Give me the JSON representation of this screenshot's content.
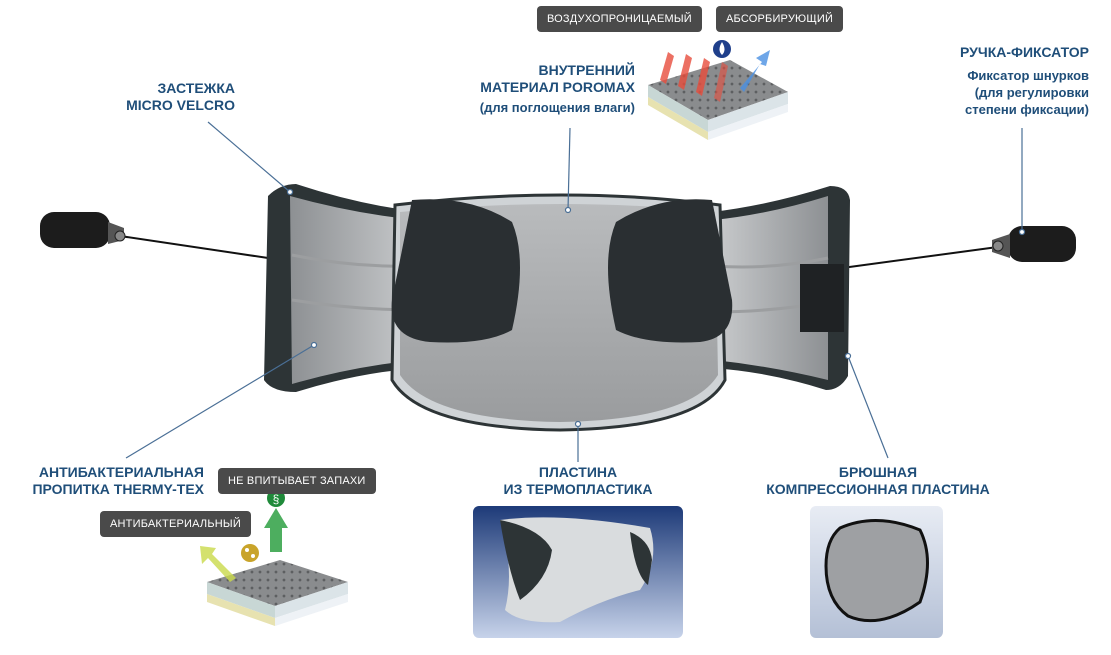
{
  "labels": {
    "velcro": {
      "line1": "ЗАСТЕЖКА",
      "line2": "MICRO VELCRO"
    },
    "inner": {
      "line1": "ВНУТРЕННИЙ",
      "line2": "МАТЕРИАЛ POROMAX",
      "sub": "(для поглощения влаги)"
    },
    "handle": {
      "line1": "РУЧКА-ФИКСАТОР",
      "sub1": "Фиксатор шнурков",
      "sub2": "(для регулировки",
      "sub3": "степени фиксации)"
    },
    "antibac": {
      "line1": "АНТИБАКТЕРИАЛЬНАЯ",
      "line2": "ПРОПИТКА THERMY-TEX"
    },
    "plate": {
      "line1": "ПЛАСТИНА",
      "line2": "ИЗ ТЕРМОПЛАСТИКА"
    },
    "abdominal": {
      "line1": "БРЮШНАЯ",
      "line2": "КОМПРЕССИОННАЯ ПЛАСТИНА"
    }
  },
  "badges": {
    "breathable": "ВОЗДУХОПРОНИЦАЕМЫЙ",
    "absorbing": "АБСОРБИРУЮЩИЙ",
    "odor": "НЕ ВПИТЫВАЕТ ЗАПАХИ",
    "antibacterial": "АНТИБАКТЕРИАЛЬНЫЙ"
  },
  "colors": {
    "label": "#1f4e79",
    "badge": "#4a4a4a",
    "belt_dark": "#2d3436",
    "belt_light": "#a9abad",
    "leader": "#4a6f96"
  },
  "icons": [
    "handle-icon",
    "droplet-icon",
    "airflow-arrows-icon",
    "odor-block-icon",
    "bacteria-icon"
  ]
}
